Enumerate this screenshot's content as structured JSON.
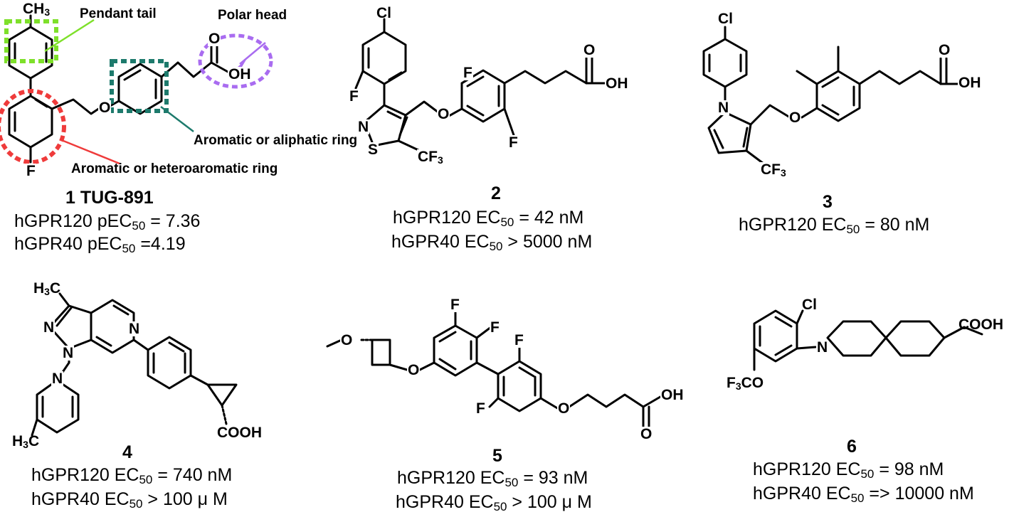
{
  "compounds": [
    {
      "id": "1",
      "name": "TUG-891",
      "lines": [
        {
          "label": "hGPR120 pEC",
          "sub": "50",
          "rest": " = 7.36"
        },
        {
          "label": "hGPR40 pEC",
          "sub": "50",
          "rest": " =4.19"
        }
      ],
      "annotations": {
        "pendant_tail": "Pendant tail",
        "polar_head": "Polar head",
        "ring_a": "Aromatic or aliphatic ring",
        "ring_b": "Aromatic or heteroaromatic ring"
      },
      "annotation_colors": {
        "pendant_tail": "#7ee02a",
        "polar_head": "#a96cf0",
        "ring_a": "#1d7a6c",
        "ring_b": "#ef3b3b"
      },
      "atoms": {
        "ch3": "CH",
        "ch3_sub": "3",
        "o_ether": "O",
        "o_carbonyl": "O",
        "oh": "OH",
        "f": "F"
      }
    },
    {
      "id": "2",
      "lines": [
        {
          "label": "hGPR120 EC",
          "sub": "50",
          "rest": " = 42 nM"
        },
        {
          "label": "hGPR40 EC",
          "sub": "50",
          "rest": " > 5000 nM"
        }
      ],
      "atoms": {
        "cl": "Cl",
        "f1": "F",
        "f2": "F",
        "f3": "F",
        "n": "N",
        "s": "S",
        "cf": "CF",
        "cf_sub": "3",
        "o_ether": "O",
        "o_carbonyl": "O",
        "oh": "OH"
      }
    },
    {
      "id": "3",
      "lines": [
        {
          "label": "hGPR120 EC",
          "sub": "50",
          "rest": " = 80 nM"
        }
      ],
      "atoms": {
        "cl": "Cl",
        "n": "N",
        "cf": "CF",
        "cf_sub": "3",
        "o_ether": "O",
        "o_carbonyl": "O",
        "oh": "OH"
      }
    },
    {
      "id": "4",
      "lines": [
        {
          "label": "hGPR120 EC",
          "sub": "50",
          "rest": " = 740 nM"
        },
        {
          "label": "hGPR40 EC",
          "sub": "50",
          "rest": " > 100 μ M"
        }
      ],
      "atoms": {
        "h3c_top": "H",
        "h3c_top_sub": "3",
        "h3c_top_rest": "C",
        "n1": "N",
        "n2": "N",
        "n_py": "N",
        "n_pyr": "N",
        "h3c_bot": "H",
        "h3c_bot_sub": "3",
        "h3c_bot_rest": "C",
        "cooh": "COOH"
      }
    },
    {
      "id": "5",
      "lines": [
        {
          "label": "hGPR120 EC",
          "sub": "50",
          "rest": " = 93 nM"
        },
        {
          "label": "hGPR40 EC",
          "sub": "50",
          "rest": " > 100 μ M"
        }
      ],
      "atoms": {
        "o_me": "O",
        "o_cb": "O",
        "f1": "F",
        "f2": "F",
        "f3": "F",
        "f4": "F",
        "o_ether": "O",
        "o_carbonyl": "O",
        "oh": "OH"
      }
    },
    {
      "id": "6",
      "lines": [
        {
          "label": "hGPR120 EC",
          "sub": "50",
          "rest": " = 98 nM"
        },
        {
          "label": "hGPR40 EC",
          "sub": "50",
          "rest": " => 10000 nM"
        }
      ],
      "atoms": {
        "cl": "Cl",
        "n": "N",
        "f3co": "F",
        "f3co_sub": "3",
        "f3co_rest": "CO",
        "cooh": "COOH"
      }
    }
  ]
}
